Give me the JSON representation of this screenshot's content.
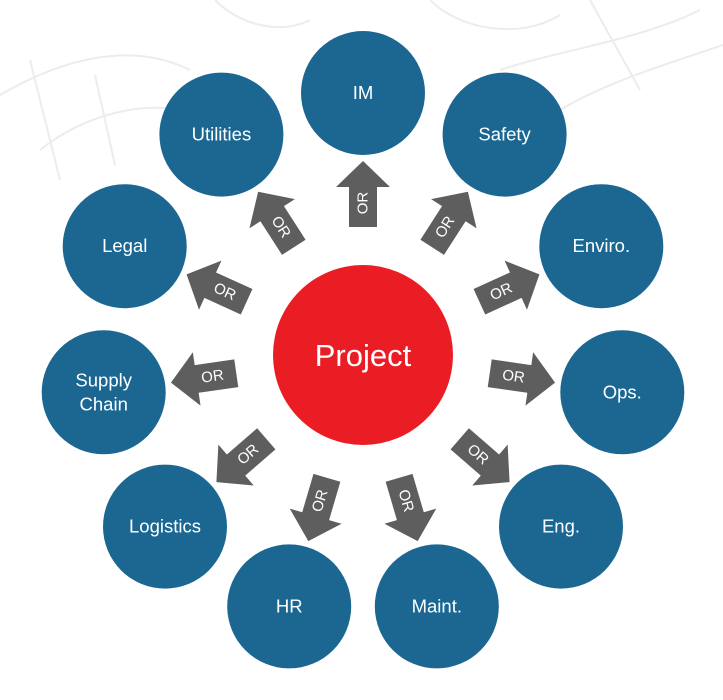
{
  "diagram": {
    "center": {
      "label": "Project"
    },
    "connector_label": "OR",
    "nodes": [
      {
        "label": "IM"
      },
      {
        "label": "Safety"
      },
      {
        "label": "Enviro."
      },
      {
        "label": "Ops."
      },
      {
        "label": "Eng."
      },
      {
        "label": "Maint."
      },
      {
        "label": "HR"
      },
      {
        "label": "Logistics"
      },
      {
        "label": "Supply Chain",
        "lines": [
          "Supply",
          "Chain"
        ]
      },
      {
        "label": "Legal"
      },
      {
        "label": "Utilities"
      }
    ],
    "colors": {
      "center": "#ea1c24",
      "node": "#1b6791",
      "arrow": "#5e5e5e",
      "text": "#ffffff"
    }
  }
}
